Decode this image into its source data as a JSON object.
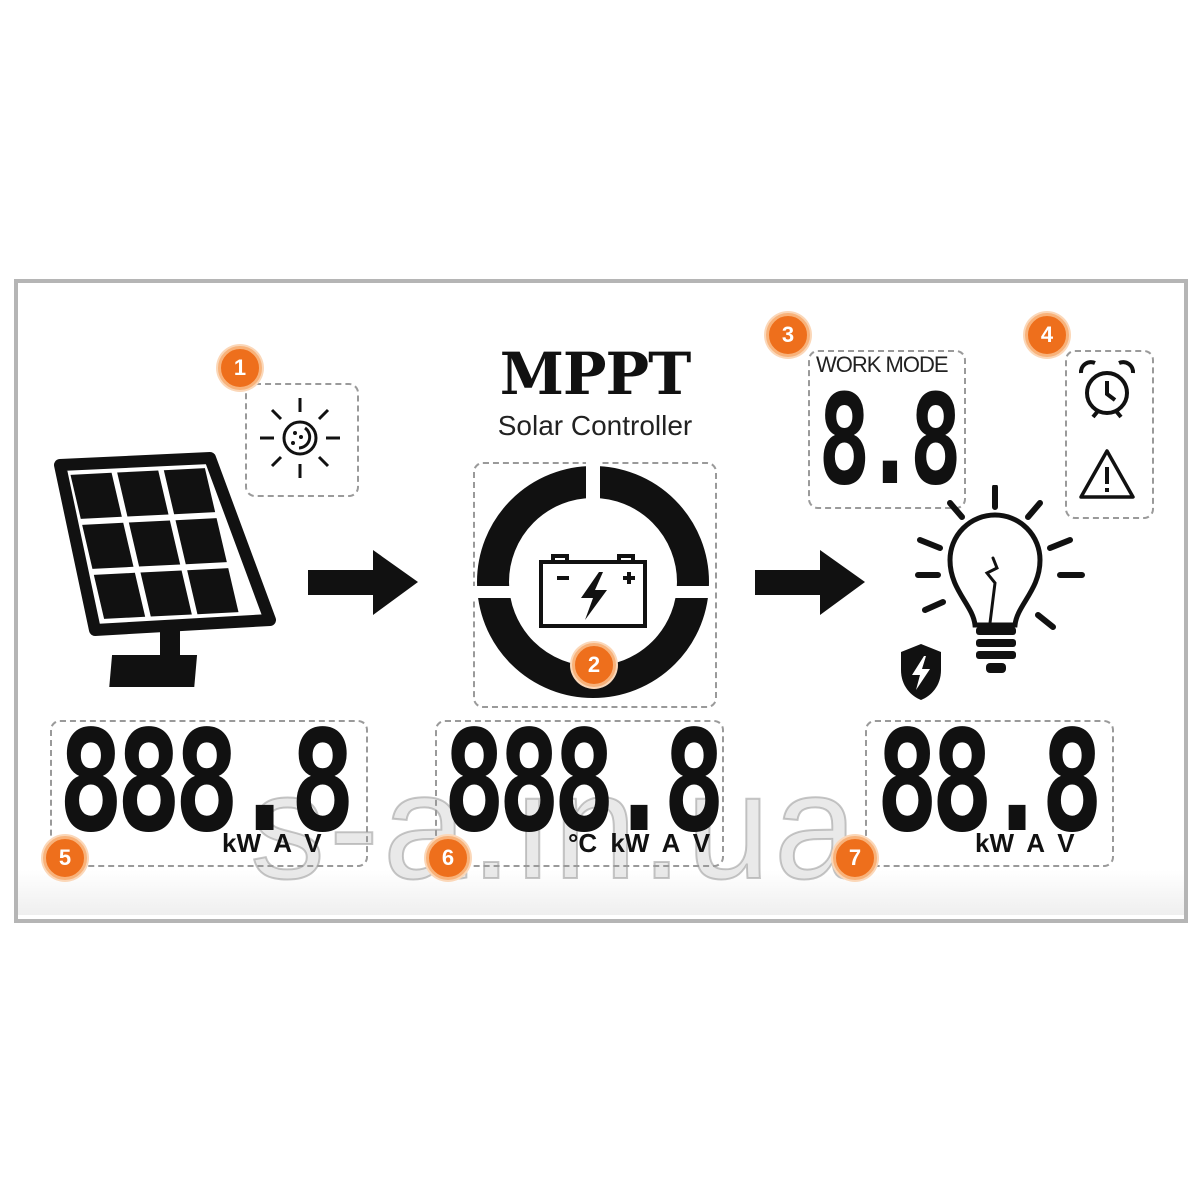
{
  "header": {
    "title": "MPPT",
    "subtitle": "Solar Controller"
  },
  "work_mode": {
    "label": "WORK MODE",
    "digits": "8.8"
  },
  "badges": [
    "1",
    "2",
    "3",
    "4",
    "5",
    "6",
    "7"
  ],
  "displays": [
    {
      "digits": "888.8",
      "units": "kW A V"
    },
    {
      "digits": "888.8",
      "units": "°C kW A V"
    },
    {
      "digits": "88.8",
      "units": "kW A V"
    }
  ],
  "watermark": "s-a.in.ua",
  "colors": {
    "badge": "#ee6f1c",
    "ink": "#111111",
    "frame": "#b5b5b5"
  }
}
